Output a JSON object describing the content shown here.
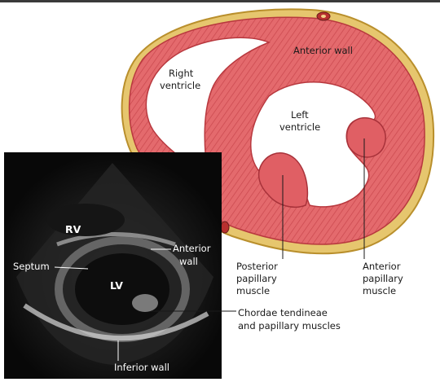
{
  "heart_labels": {
    "anterior_wall": "Anterior wall",
    "right_ventricle_line1": "Right",
    "right_ventricle_line2": "ventricle",
    "left_ventricle_line1": "Left",
    "left_ventricle_line2": "ventricle",
    "posterior_papillary_line1": "Posterior",
    "posterior_papillary_line2": "papillary",
    "posterior_papillary_line3": "muscle",
    "anterior_papillary_line1": "Anterior",
    "anterior_papillary_line2": "papillary",
    "anterior_papillary_line3": "muscle"
  },
  "echo_labels": {
    "rv": "RV",
    "lv": "LV",
    "septum": "Septum",
    "anterior_wall_line1": "Anterior",
    "anterior_wall_line2": "wall",
    "inferior_wall": "Inferior wall",
    "chordae_line1": "Chordae tendineae",
    "chordae_line2": "and papillary muscles"
  },
  "colors": {
    "muscle": "#e46a6d",
    "muscle_dark": "#b8383e",
    "pericardium": "#e3c56a",
    "echo_bg": "#0b0b0b"
  }
}
